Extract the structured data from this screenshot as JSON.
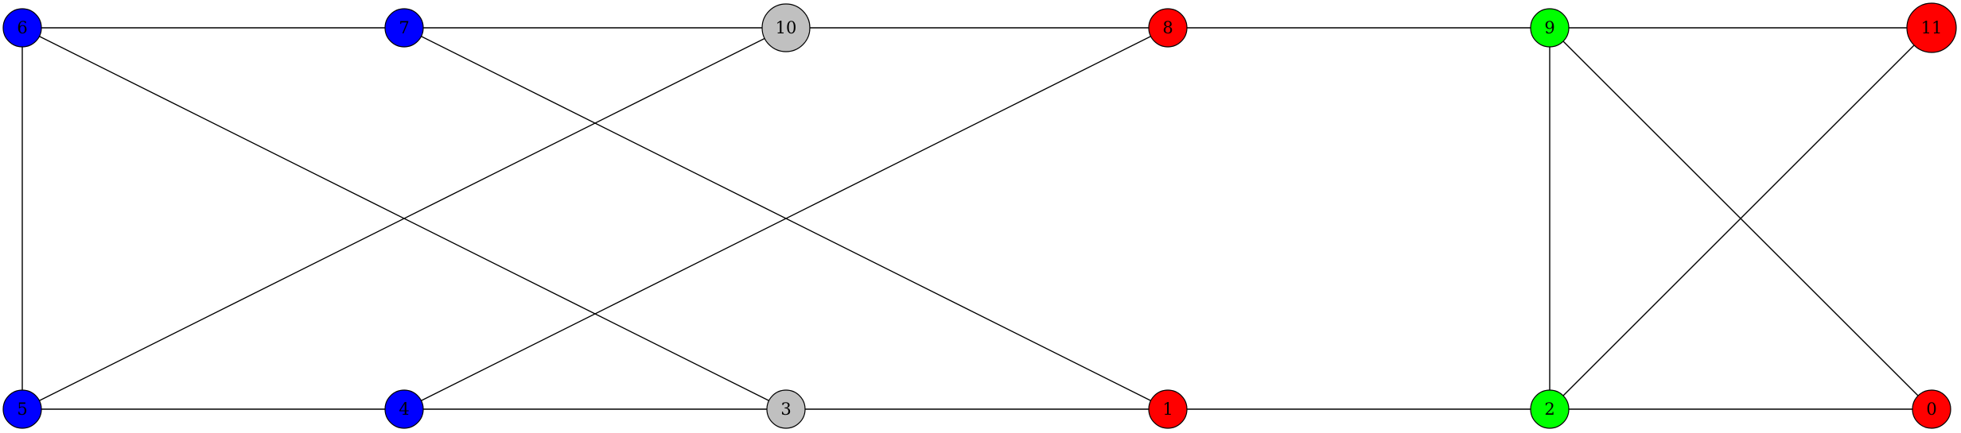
{
  "graph": {
    "colors": {
      "blue": "#0000ff",
      "gray": "#c0c0c0",
      "red": "#ff0000",
      "green": "#00ff00"
    },
    "nodes": [
      {
        "id": "0",
        "label": "0",
        "color": "red"
      },
      {
        "id": "1",
        "label": "1",
        "color": "red"
      },
      {
        "id": "2",
        "label": "2",
        "color": "green"
      },
      {
        "id": "3",
        "label": "3",
        "color": "gray"
      },
      {
        "id": "4",
        "label": "4",
        "color": "blue"
      },
      {
        "id": "5",
        "label": "5",
        "color": "blue"
      },
      {
        "id": "6",
        "label": "6",
        "color": "blue"
      },
      {
        "id": "7",
        "label": "7",
        "color": "blue"
      },
      {
        "id": "8",
        "label": "8",
        "color": "red"
      },
      {
        "id": "9",
        "label": "9",
        "color": "green"
      },
      {
        "id": "10",
        "label": "10",
        "color": "gray"
      },
      {
        "id": "11",
        "label": "11",
        "color": "red"
      }
    ],
    "edges": [
      [
        "6",
        "7"
      ],
      [
        "7",
        "10"
      ],
      [
        "10",
        "8"
      ],
      [
        "8",
        "9"
      ],
      [
        "9",
        "11"
      ],
      [
        "5",
        "4"
      ],
      [
        "4",
        "3"
      ],
      [
        "3",
        "1"
      ],
      [
        "1",
        "2"
      ],
      [
        "2",
        "0"
      ],
      [
        "6",
        "5"
      ],
      [
        "6",
        "3"
      ],
      [
        "7",
        "1"
      ],
      [
        "10",
        "5"
      ],
      [
        "8",
        "4"
      ],
      [
        "9",
        "2"
      ],
      [
        "9",
        "0"
      ],
      [
        "11",
        "2"
      ]
    ]
  }
}
